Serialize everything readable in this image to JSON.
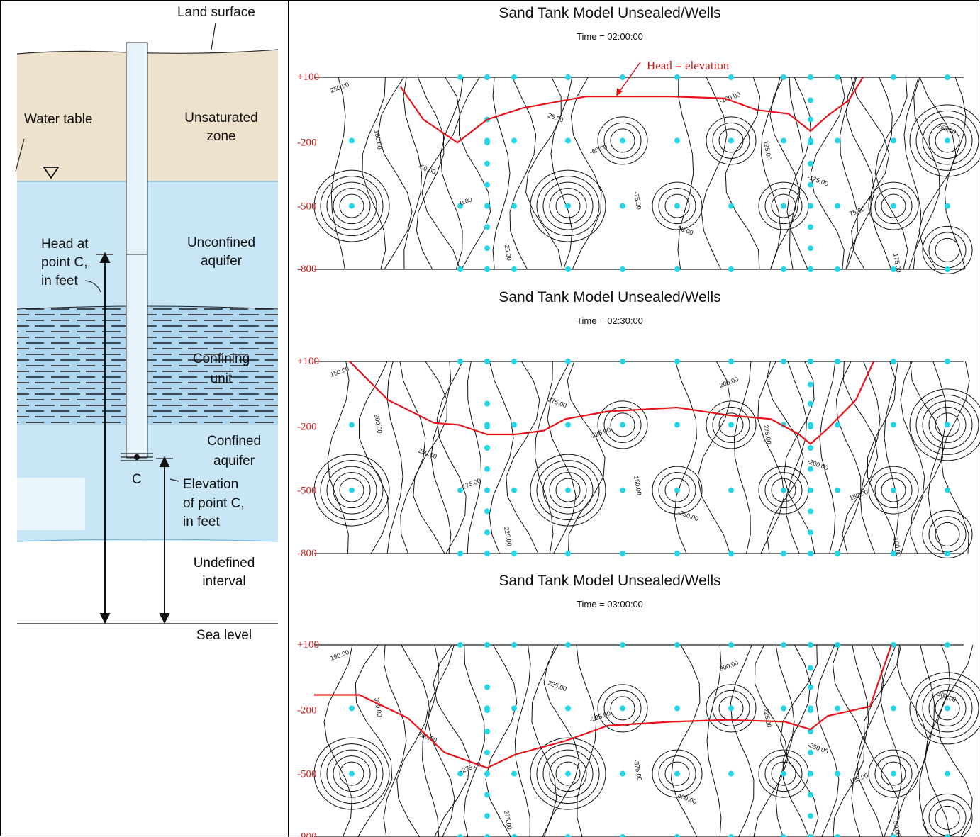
{
  "diagram": {
    "land_surface": "Land surface",
    "water_table": "Water table",
    "unsaturated_zone": [
      "Unsaturated",
      "zone"
    ],
    "unconfined_aquifer": [
      "Unconfined",
      "aquifer"
    ],
    "confining_unit": [
      "Confining",
      "unit"
    ],
    "confined_aquifer": [
      "Confined",
      "aquifer"
    ],
    "undefined_interval": [
      "Undefined",
      "interval"
    ],
    "sea_level": "Sea level",
    "head_label": [
      "Head at",
      "point C,",
      "in feet"
    ],
    "elevation_label": [
      "Elevation",
      "of point C,",
      "in feet"
    ],
    "point_c": "C",
    "colors": {
      "unsaturated": "#efe2cd",
      "aquifer": "#c8e6f5",
      "confining": "#aed6ee"
    }
  },
  "panels": [
    {
      "title": "Sand Tank Model Unsealed/Wells",
      "time": "Time = 02:00:00",
      "y_labels": [
        "+100",
        "-200",
        "-500",
        "-800"
      ],
      "annotation": "Head = elevation",
      "contour_labels": [
        "250.00",
        "150.00",
        "-50.00",
        "0.00",
        "-25.00",
        "25.00",
        "-60.00",
        "-75.00",
        "50.00",
        "-100.00",
        "125.00",
        "-125.00",
        "75.00",
        "175.00",
        "250.00"
      ]
    },
    {
      "title": "Sand Tank Model Unsealed/Wells",
      "time": "Time = 02:30:00",
      "y_labels": [
        "+100",
        "-200",
        "-500",
        "-800"
      ],
      "annotation": "",
      "contour_labels": [
        "150.00",
        "200.00",
        "250.00",
        "-175.00",
        "225.00",
        "275.00",
        "-225.00",
        "150.00",
        "-250.00",
        "200.00",
        "275.00",
        "-200.00",
        "150.00",
        "100.00"
      ]
    },
    {
      "title": "Sand Tank Model Unsealed/Wells",
      "time": "Time = 03:00:00",
      "y_labels": [
        "+100",
        "-200",
        "-500",
        "-800"
      ],
      "annotation": "",
      "contour_labels": [
        "190.00",
        "300.00",
        "250.00",
        "-275.00",
        "275.00",
        "225.00",
        "-325.00",
        "-375.00",
        "400.00",
        "300.00",
        "225.00",
        "-250.00",
        "125.00",
        "50.00",
        "300.00"
      ]
    }
  ],
  "style": {
    "head_line": "#e8141c",
    "well_dot": "#22d6e6",
    "label_red": "#d11a1a"
  }
}
